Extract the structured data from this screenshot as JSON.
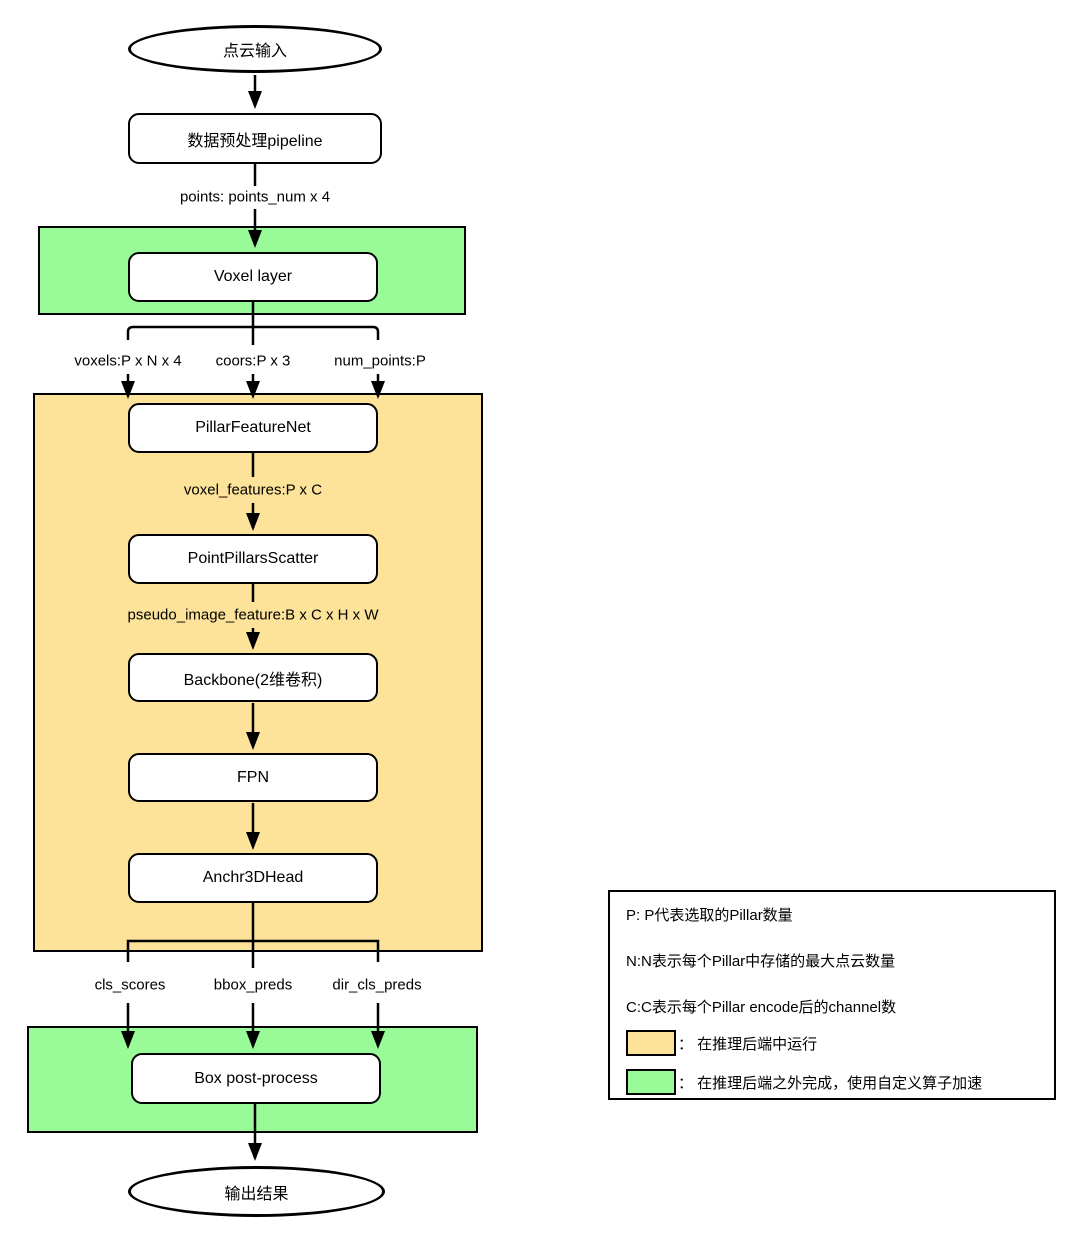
{
  "flow": {
    "start": "点云输入",
    "preprocess": "数据预处理pipeline",
    "points_label": "points: points_num x 4",
    "voxel_layer": "Voxel layer",
    "voxel_outputs": [
      "voxels:P x N x 4",
      "coors:P x 3",
      "num_points:P"
    ],
    "pillar_feature_net": "PillarFeatureNet",
    "voxel_features_label": "voxel_features:P x C",
    "scatter": "PointPillarsScatter",
    "pseudo_image_label": "pseudo_image_feature:B x C x H x W",
    "backbone": "Backbone(2维卷积)",
    "fpn": "FPN",
    "head": "Anchr3DHead",
    "head_outputs": [
      "cls_scores",
      "bbox_preds",
      "dir_cls_preds"
    ],
    "post_process": "Box post-process",
    "end": "输出结果"
  },
  "legend": {
    "notes": [
      "P: P代表选取的Pillar数量",
      "N:N表示每个Pillar中存储的最大点云数量",
      "C:C表示每个Pillar encode后的channel数"
    ],
    "swatches": [
      {
        "color_name": "orange",
        "label": "： 在推理后端中运行"
      },
      {
        "color_name": "green",
        "label": "： 在推理后端之外完成，使用自定义算子加速"
      }
    ]
  },
  "colors": {
    "orange": "#FCE399",
    "green": "#98FB98",
    "stroke": "#000000",
    "node_bg": "#FFFFFF"
  }
}
